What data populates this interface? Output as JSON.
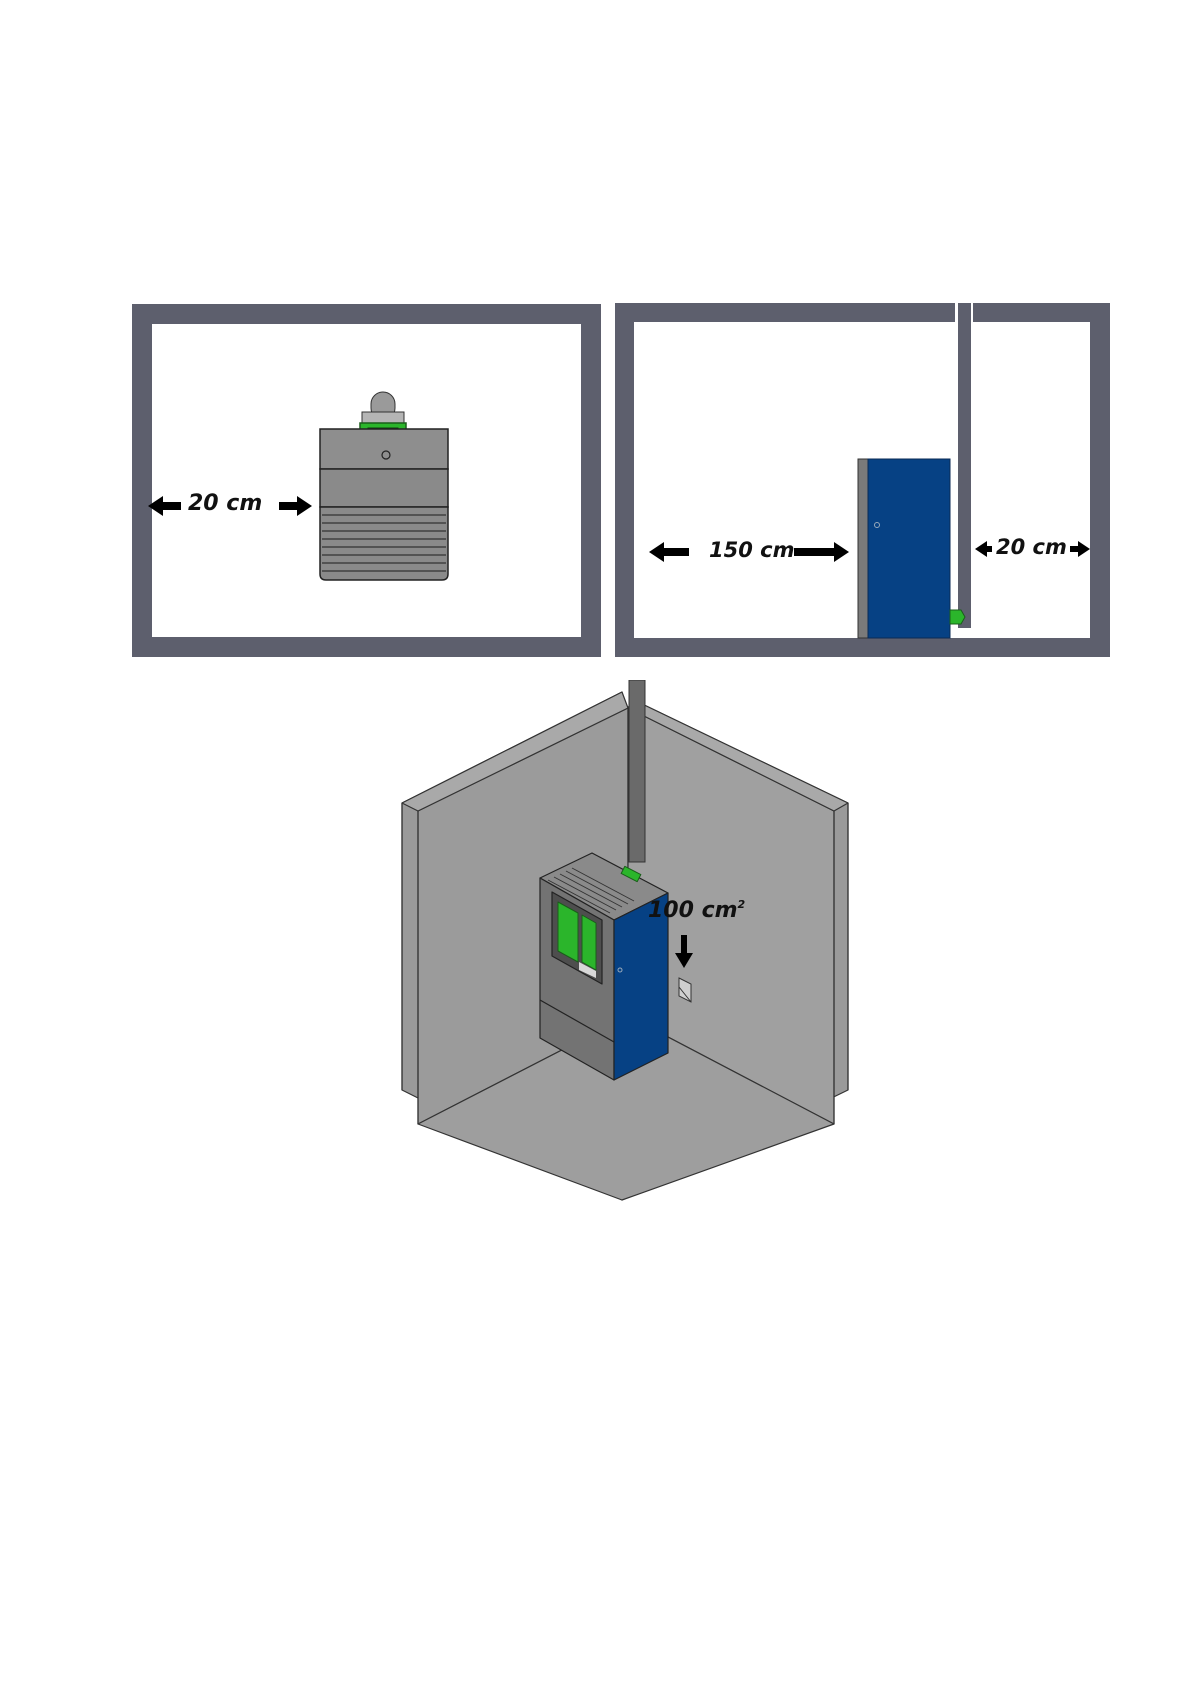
{
  "diagrams": {
    "top_view": {
      "clearance_label": "20 cm"
    },
    "side_view": {
      "front_clearance_label": "150 cm",
      "rear_clearance_label": "20 cm"
    },
    "iso_view": {
      "vent_area_value": "100 cm",
      "vent_area_superscript": "2"
    }
  },
  "colors": {
    "wall": "#5d5f6d",
    "stove_blue": "#064184",
    "stove_grey": "#8e8e8e",
    "accent_green": "#2bb52b",
    "room_grey": "#9a9a9a"
  }
}
